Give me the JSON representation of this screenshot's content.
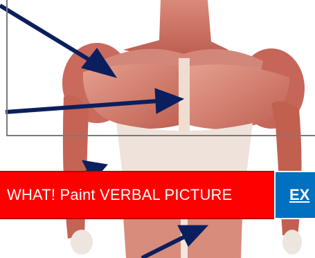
{
  "banner": {
    "text": "WHAT! Paint VERBAL PICTURE",
    "link_text": "EX",
    "bg_color": "#ff0000",
    "link_bg_color": "#0070c0"
  },
  "image": {
    "subject": "anatomy-torso-muscles",
    "arrow_color": "#0b1f5e",
    "arrow_count": 4
  }
}
